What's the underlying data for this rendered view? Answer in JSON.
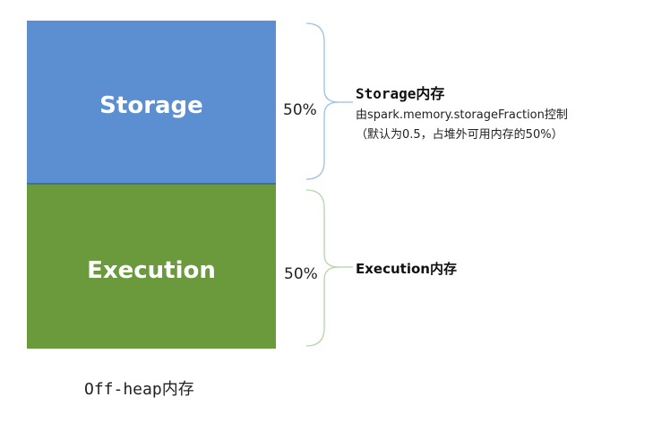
{
  "diagram": {
    "storage": {
      "block_label": "Storage",
      "percent": "50%",
      "title": "Storage内存",
      "description_line1": "由spark.memory.storageFraction控制",
      "description_line2": "（默认为0.5，占堆外可用内存的50%）",
      "color": "#5b8fd1"
    },
    "execution": {
      "block_label": "Execution",
      "percent": "50%",
      "title": "Execution内存",
      "color": "#6b9a3d"
    },
    "brace_color": "#9cc0e6",
    "brace_color_execution": "#b5d6a8",
    "caption": "Off-heap内存"
  }
}
